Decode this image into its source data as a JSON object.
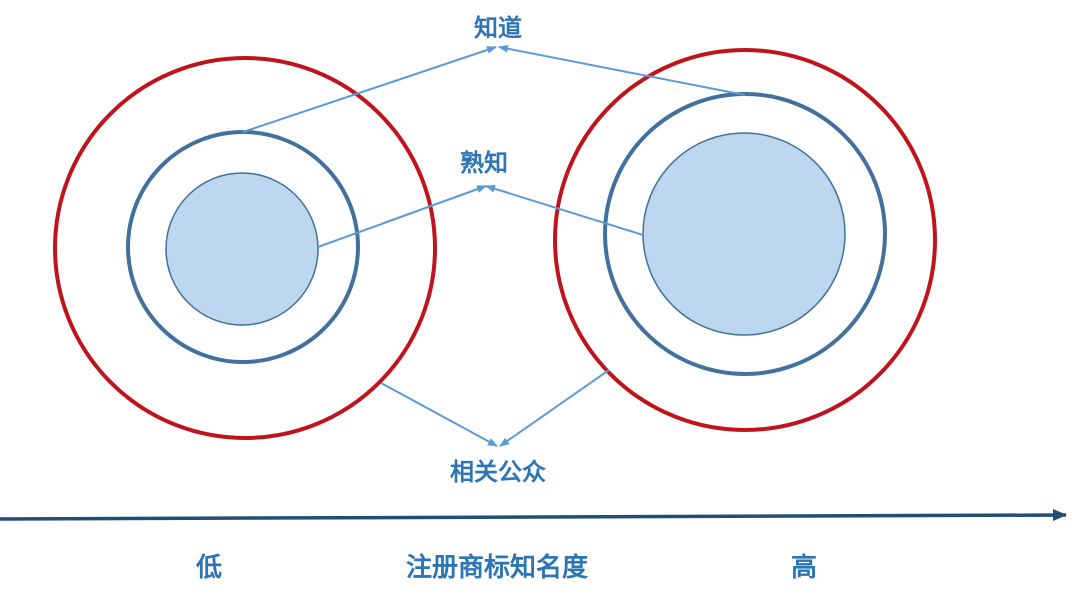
{
  "labels": {
    "know": "知道",
    "familiar": "熟知",
    "public": "相关公众"
  },
  "axis": {
    "low": "低",
    "title": "注册商标知名度",
    "high": "高"
  },
  "colors": {
    "outer_ring": "#C0141C",
    "middle_ring": "#41719C",
    "inner_fill": "#BDD7EE",
    "inner_stroke": "#41719C",
    "arrow": "#5B9BD5",
    "label_text": "#2E75B6",
    "axis_line": "#1F4E79",
    "axis_text": "#2E75B6"
  }
}
